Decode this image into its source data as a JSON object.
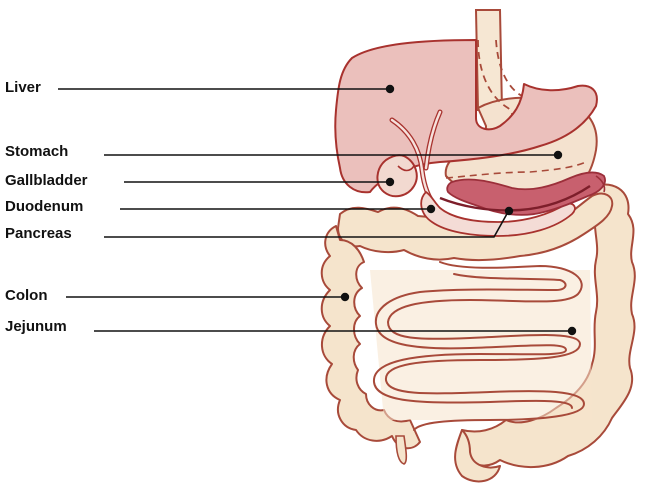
{
  "diagram": {
    "colors": {
      "liver_fill": "#ebc0bc",
      "liver_stroke": "#a8322e",
      "stomach_fill": "#f4e2cf",
      "intestine_fill": "#f5e4cc",
      "intestine_stroke": "#b05a44",
      "pancreas_fill": "#c8606e",
      "gallbladder_fill": "#f2d9d0",
      "label_color": "#111111"
    },
    "labels": [
      {
        "id": "liver",
        "text": "Liver"
      },
      {
        "id": "stomach",
        "text": "Stomach"
      },
      {
        "id": "gallbladder",
        "text": "Gallbladder"
      },
      {
        "id": "duodenum",
        "text": "Duodenum"
      },
      {
        "id": "pancreas",
        "text": "Pancreas"
      },
      {
        "id": "colon",
        "text": "Colon"
      },
      {
        "id": "jejunum",
        "text": "Jejunum"
      }
    ]
  }
}
